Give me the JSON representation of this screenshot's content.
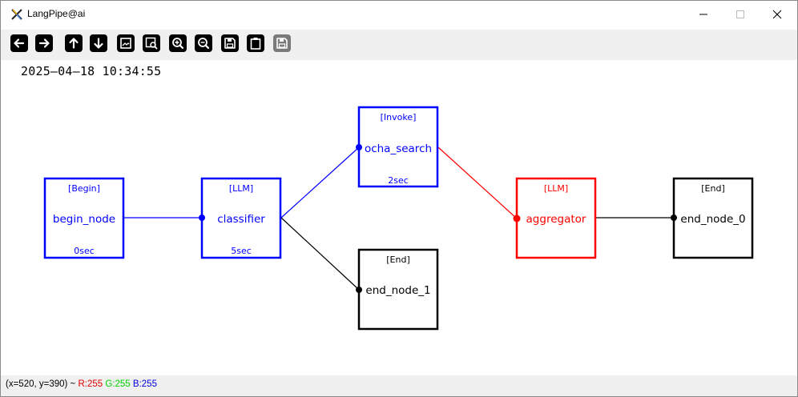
{
  "window": {
    "title": "LangPipe@ai",
    "controls": [
      "minimize",
      "maximize",
      "close"
    ]
  },
  "toolbar": {
    "buttons": [
      {
        "icon": "arrow-left-icon",
        "label": "Back"
      },
      {
        "icon": "arrow-right-icon",
        "label": "Forward"
      },
      {
        "icon": "arrow-up-icon",
        "label": "Up"
      },
      {
        "icon": "arrow-down-icon",
        "label": "Down"
      },
      {
        "icon": "image-icon",
        "label": "Image"
      },
      {
        "icon": "image-search-icon",
        "label": "Image search"
      },
      {
        "icon": "zoom-in-icon",
        "label": "Zoom in"
      },
      {
        "icon": "zoom-out-icon",
        "label": "Zoom out"
      },
      {
        "icon": "save-icon",
        "label": "Save"
      },
      {
        "icon": "clipboard-icon",
        "label": "Clipboard"
      },
      {
        "icon": "save-disabled-icon",
        "label": "Save as"
      }
    ]
  },
  "canvas": {
    "timestamp": "2025‒04‒18 10:34:55"
  },
  "graph": {
    "nodes": [
      {
        "id": "begin_node",
        "type": "[Begin]",
        "name": "begin_node",
        "time": "0sec",
        "color": "#0000ff"
      },
      {
        "id": "classifier",
        "type": "[LLM]",
        "name": "classifier",
        "time": "5sec",
        "color": "#0000ff"
      },
      {
        "id": "ocha_search",
        "type": "[Invoke]",
        "name": "ocha_search",
        "time": "2sec",
        "color": "#0000ff"
      },
      {
        "id": "end_node_1",
        "type": "[End]",
        "name": "end_node_1",
        "time": "",
        "color": "#000000"
      },
      {
        "id": "aggregator",
        "type": "[LLM]",
        "name": "aggregator",
        "time": "",
        "color": "#ff0000"
      },
      {
        "id": "end_node_0",
        "type": "[End]",
        "name": "end_node_0",
        "time": "",
        "color": "#000000"
      }
    ],
    "edges": [
      {
        "from": "begin_node",
        "to": "classifier",
        "color": "#0000ff"
      },
      {
        "from": "classifier",
        "to": "ocha_search",
        "color": "#0000ff"
      },
      {
        "from": "classifier",
        "to": "end_node_1",
        "color": "#000000"
      },
      {
        "from": "ocha_search",
        "to": "aggregator",
        "color": "#ff0000"
      },
      {
        "from": "aggregator",
        "to": "end_node_0",
        "color": "#000000"
      }
    ]
  },
  "status": {
    "coords": "(x=520, y=390) ~",
    "r": "R:255",
    "g": "G:255",
    "b": "B:255"
  }
}
